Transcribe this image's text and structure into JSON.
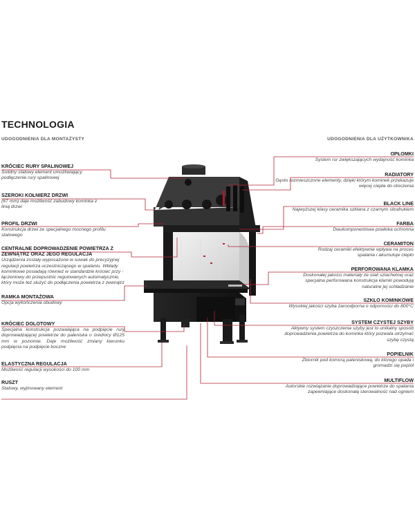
{
  "title": "TECHNOLOGIA",
  "left_header": "UDOGODNIENIA DLA MONTAŻYSTY",
  "right_header": "UDOGODNIENIA DLA UŻYTKOWNIKA",
  "accent_color": "#b22233",
  "left_items": [
    {
      "name": "KRÓCIEC RURY SPALINOWEJ",
      "desc": "Solidny stalowy element umożliwiający podłączenie rury spalinowej"
    },
    {
      "name": "SZEROKI KOŁNIERZ DRZWI",
      "desc": "(67 mm) daje możliwość zabudowy kominka z linią drzwi"
    },
    {
      "name": "PROFIL DRZWI",
      "desc": "Konstrukcja drzwi ze specjalnego mocnego profilu stalowego"
    },
    {
      "name": "CENTRALNE DOPROWADZENIE POWIETRZA Z ZEWNĄTRZ ORAZ JEGO REGULACJA",
      "desc": "Urządzenia zostały wyposażone w suwak do precyzyjnej regulacji powietrza uczestniczącego w spalaniu. Wkłady kominkowe posiadają również w standardzie króciec przy - łączeniowy do przepustnic regulowanych automatycznie, który może też służyć do podłączenia powietrza z zewnątrz"
    },
    {
      "name": "RAMKA MONTAŻOWA",
      "desc": "Opcja wykończenia obudowy"
    },
    {
      "name": "KRÓCIEC DOLOTOWY",
      "desc": "Specjalna konstrukcja pozwalająca na podpięcie rury doprowadzającej powietrze do paleniska o średnicy Ø125 mm w poziomie. Daje możliwość zmiany kierunku podpięcia na podpięcie boczne"
    },
    {
      "name": "ELASTYCZNA REGULACJA",
      "desc": "Możliwość regulacji wysokości do 100 mm"
    },
    {
      "name": "RUSZT",
      "desc": "Stalowy, wyjmowany element"
    }
  ],
  "right_items": [
    {
      "name": "OPŁOMKI",
      "desc": "System rur zwiększających wydajność kominka"
    },
    {
      "name": "RADIATORY",
      "desc": "Gęsto rozmieszczone elementy, dzięki którym kominek przekazuje więcej ciepła do otoczenia"
    },
    {
      "name": "BLACK LINE",
      "desc": "Najwyższej klasy ceramika szklana z czarnym sitodrukiem"
    },
    {
      "name": "FARBA",
      "desc": "Dwukomponentowa powłoka ochronna"
    },
    {
      "name": "CERAMITON",
      "desc": "Rodzaj ceramiki efektywnie wpływa na proces spalania i akumuluje ciepło"
    },
    {
      "name": "PERFOROWANA KLAMKA",
      "desc": "Doskonałej jakości materiały ze stali szlachetnej oraz specjalna perforowana konstrukcja klamki powodują naturalne jej schładzanie"
    },
    {
      "name": "SZKŁO KOMINKOWE",
      "desc": "Wysokiej jakości szyba żaroodporna o odporności do 800°C"
    },
    {
      "name": "SYSTEM CZYSTEJ SZYBY",
      "desc": "Aktywny system czyszczenia szyby jest to unikalny sposób doprowadzenia powietrza do kominka który pozwala utrzymać szybę czystą"
    },
    {
      "name": "POPIELNIK",
      "desc": "Zbiornik pod komorą paleniskową, do którego opada i gromadzi się popiół"
    },
    {
      "name": "MULTIFLOW",
      "desc": "Autorskie rozwiązanie doprowadzające powietrze do spalania zapewniające doskonałą sterowalność nad ogniem"
    }
  ]
}
